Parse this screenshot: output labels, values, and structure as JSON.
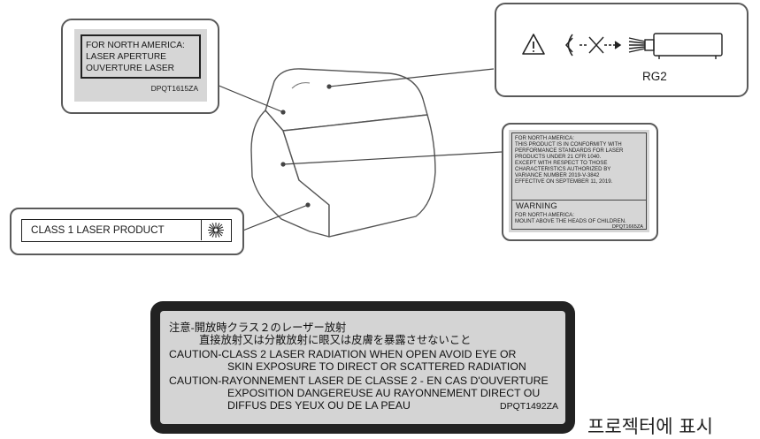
{
  "labels": {
    "aperture": {
      "lines": [
        "FOR NORTH AMERICA:",
        "LASER APERTURE",
        "OUVERTURE LASER"
      ],
      "code": "DPQT1615ZA"
    },
    "rg2": {
      "text": "RG2",
      "icons": [
        "warning-triangle-icon",
        "eye-icon",
        "prohibited-x-icon",
        "projector-icon"
      ]
    },
    "class1": {
      "text": "CLASS 1 LASER PRODUCT",
      "icon": "laser-starburst-icon"
    },
    "conformity": {
      "lines": [
        "FOR NORTH AMERICA:",
        "THIS PRODUCT IS IN CONFORMITY WITH",
        "PERFORMANCE STANDARDS FOR LASER",
        "PRODUCTS UNDER 21 CFR 1040.",
        "EXCEPT WITH RESPECT TO THOSE",
        "CHARACTERISTICS AUTHORIZED BY",
        "VARIANCE NUMBER 2019-V-3842",
        "EFFECTIVE ON SEPTEMBER 11, 2019."
      ],
      "warning_title": "WARNING",
      "warning_lines": [
        "FOR NORTH AMERICA:",
        "MOUNT ABOVE THE HEADS OF CHILDREN."
      ],
      "code": "DPQT1665ZA"
    },
    "caution": {
      "lines": [
        "注意-開放時クラス２のレーザー放射",
        "直接放射又は分散放射に眼又は皮膚を暴露させないこと",
        "CAUTION-CLASS 2 LASER RADIATION WHEN OPEN AVOID EYE OR",
        "SKIN EXPOSURE TO DIRECT OR SCATTERED RADIATION",
        "CAUTION-RAYONNEMENT LASER DE CLASSE 2 - EN CAS D'OUVERTURE",
        "EXPOSITION DANGEREUSE AU RAYONNEMENT DIRECT OU",
        "DIFFUS DES YEUX OU DE LA PEAU"
      ],
      "code": "DPQT1492ZA"
    }
  },
  "caption": "프로젝터에 표시",
  "colors": {
    "label_gray": "#d6d6d6",
    "outline": "#555555",
    "caution_border": "#222222"
  }
}
